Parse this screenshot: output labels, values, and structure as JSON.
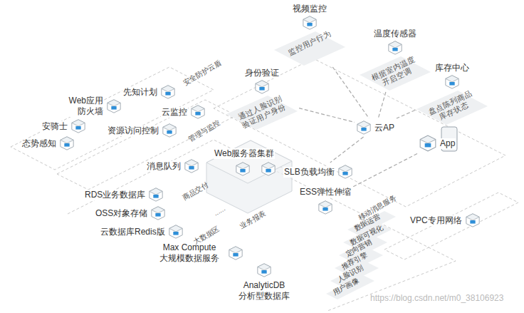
{
  "diagram": {
    "nodes": [
      {
        "text": [
          "视频监控",
          "监控用户行为"
        ]
      },
      {
        "text": [
          "身份验证",
          "通过人脸识别 验证用户身份"
        ]
      },
      {
        "text": [
          "温度传感器",
          "根据室内温度 开启空调"
        ]
      },
      {
        "text": [
          "库存中心",
          "盘点陈列商品 库存状态"
        ]
      },
      {
        "text": [
          "云AP"
        ]
      },
      {
        "text": [
          "App"
        ]
      },
      {
        "text": [
          "先知计划"
        ]
      },
      {
        "text": [
          "Web应用 防火墙"
        ]
      },
      {
        "text": [
          "安骑士"
        ]
      },
      {
        "text": [
          "态势感知"
        ]
      },
      {
        "text": [
          "云监控"
        ]
      },
      {
        "text": [
          "资源访问控制"
        ]
      },
      {
        "text": [
          "消息队列"
        ]
      },
      {
        "text": [
          "Web服务器集群"
        ]
      },
      {
        "text": [
          "SLB负载均衡"
        ]
      },
      {
        "text": [
          "ESS弹性伸缩"
        ]
      },
      {
        "text": [
          "RDS业务数据库"
        ]
      },
      {
        "text": [
          "OSS对象存储"
        ]
      },
      {
        "text": [
          "云数据库Redis版"
        ]
      },
      {
        "text": [
          "Max Compute 大规模数据服务"
        ]
      },
      {
        "text": [
          "AnalyticDB 分析型数据库"
        ]
      },
      {
        "text": [
          "VPC专用网络"
        ]
      }
    ],
    "edges": [
      {
        "from": 0,
        "to": 4,
        "arrow": "none"
      },
      {
        "from": 1,
        "to": 4,
        "arrow": "none"
      },
      {
        "from": 2,
        "to": 4,
        "arrow": "none"
      },
      {
        "from": 3,
        "to": 4,
        "arrow": "none"
      },
      {
        "from": 4,
        "to": 14,
        "arrow": "none"
      },
      {
        "from": 14,
        "to": 13,
        "arrow": "none"
      },
      {
        "from": 5,
        "to": 15,
        "arrow": "none"
      }
    ],
    "labels": [
      "安全防护云盾",
      "管理与监控",
      "大数据区",
      "商品交付",
      "......",
      "业务报表",
      "移动消息服务",
      "数据运营",
      "数据可视化",
      "定向营销",
      "推荐引擎",
      "人脸识别",
      "用户画像",
      "https://blog.csdn.net/m0_38106923"
    ]
  }
}
